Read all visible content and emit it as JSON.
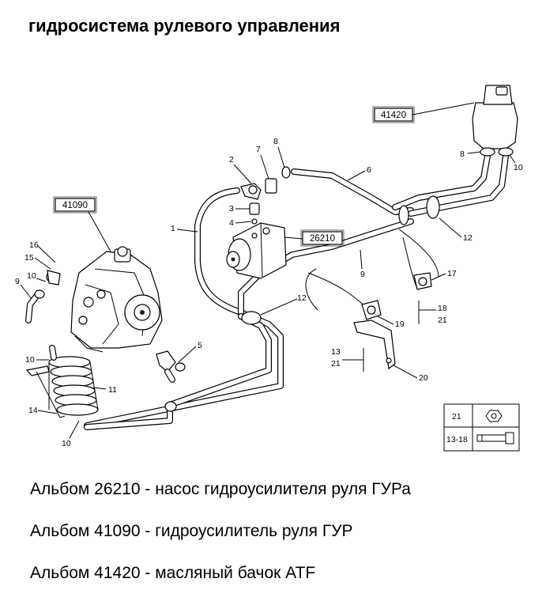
{
  "title": "гидросистема рулевого управления",
  "albums": [
    {
      "code": "26210",
      "description": "Альбом 26210 - насос гидроусилителя руля ГУРа"
    },
    {
      "code": "41090",
      "description": "Альбом 41090 - гидроусилитель руля ГУР"
    },
    {
      "code": "41420",
      "description": "Альбом 41420 - масляный бачок ATF"
    }
  ],
  "callouts": {
    "c1": "1",
    "c2": "2",
    "c3": "3",
    "c4": "4",
    "c5": "5",
    "c6": "6",
    "c7": "7",
    "c8a": "8",
    "c8b": "8",
    "c9a": "9",
    "c9b": "9",
    "c10a": "10",
    "c10b": "10",
    "c10c": "10",
    "c10d": "10",
    "c11": "11",
    "c12a": "12",
    "c12b": "12",
    "c13": "13",
    "c14": "14",
    "c15": "15",
    "c16": "16",
    "c17": "17",
    "c18": "18",
    "c19": "19",
    "c20": "20",
    "c21a": "21",
    "c21b": "21"
  },
  "legend": {
    "row1_label": "21",
    "row1_icon": "hex-nut-icon",
    "row2_label": "13-18",
    "row2_icon": "bolt-icon"
  }
}
